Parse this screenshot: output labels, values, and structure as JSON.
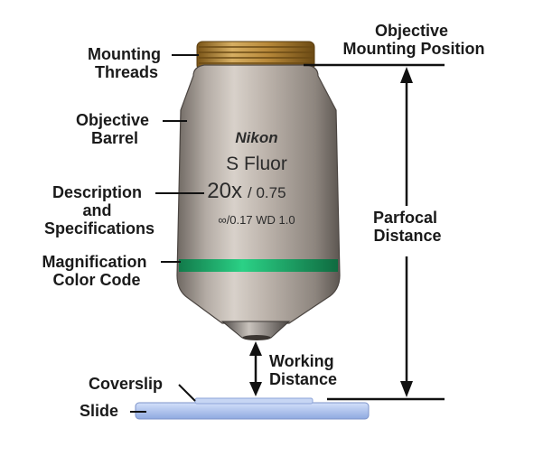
{
  "labels": {
    "mounting_threads": [
      "Mounting",
      "Threads"
    ],
    "objective_barrel": [
      "Objective",
      "Barrel"
    ],
    "description": [
      "Description",
      "and",
      "Specifications"
    ],
    "color_code": [
      "Magnification",
      "Color Code"
    ],
    "mounting_position": [
      "Objective",
      "Mounting Position"
    ],
    "parfocal": [
      "Parfocal",
      "Distance"
    ],
    "working": [
      "Working",
      "Distance"
    ],
    "coverslip": "Coverslip",
    "slide": "Slide"
  },
  "objective": {
    "brand": "Nikon",
    "series": "S Fluor",
    "magnification": "20x",
    "na": "/ 0.75",
    "specs": "∞/0.17 WD 1.0"
  },
  "colors": {
    "body": "#a9a19a",
    "threads": "#b8893a",
    "color_band": "#1fae6b",
    "slide": "#a9c0ee",
    "leader": "#111111"
  }
}
